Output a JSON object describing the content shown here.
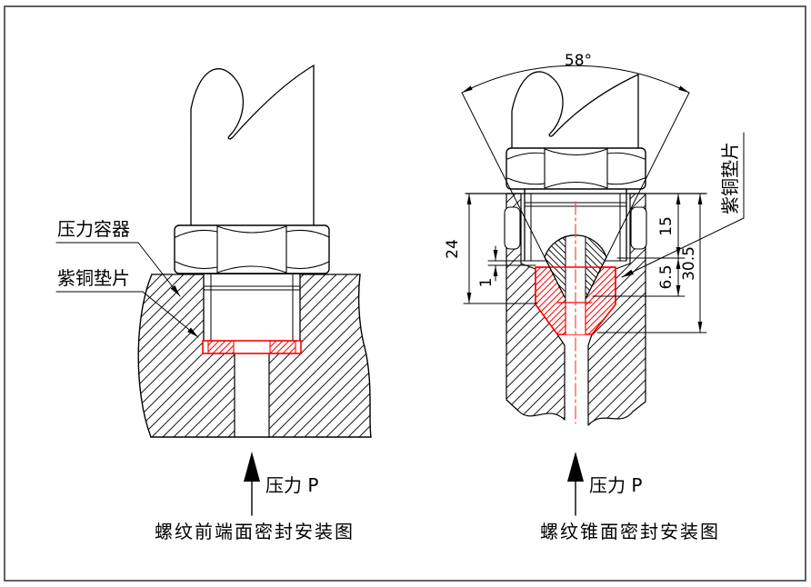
{
  "figure": {
    "colors": {
      "line": "#000000",
      "highlight": "#ff0000"
    },
    "left": {
      "vessel_label": "压力容器",
      "gasket_label": "紫铜垫片",
      "pressure_label": "压力 P",
      "caption": "螺纹前端面密封安装图"
    },
    "right": {
      "angle_label": "58°",
      "gasket_label": "紫铜垫片",
      "pressure_label": "压力 P",
      "caption": "螺纹锥面密封安装图",
      "dimensions": {
        "d24": "24",
        "d1": "1",
        "d15": "15",
        "d65": "6.5",
        "d305": "30.5"
      }
    }
  }
}
